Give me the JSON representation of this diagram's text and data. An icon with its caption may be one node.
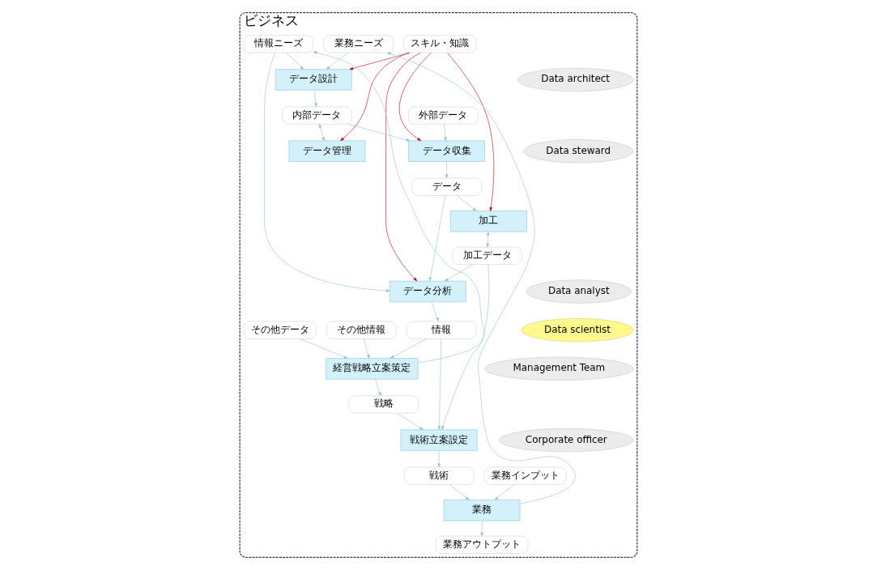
{
  "diagram": {
    "nodes": [
      {
        "text": [
          "ビジネス"
        ]
      },
      {
        "text": [
          "Data scientist"
        ],
        "in": 0
      },
      {
        "text": [
          "Data architect"
        ],
        "in": 0
      },
      {
        "text": [
          "Data steward"
        ],
        "in": 0
      },
      {
        "text": [
          "Data analyst"
        ],
        "in": 0
      },
      {
        "text": [
          "Management Team"
        ],
        "in": 0
      },
      {
        "text": [
          "Corporate officer"
        ],
        "in": 0
      },
      {
        "text": [
          "内部データ"
        ],
        "in": 0
      },
      {
        "text": [
          "外部データ"
        ],
        "in": 0
      },
      {
        "text": [
          "業務ニーズ"
        ],
        "in": 0
      },
      {
        "text": [
          "データ設計"
        ],
        "in": 0
      },
      {
        "text": [
          "データ管理"
        ],
        "in": 0
      },
      {
        "text": [
          "データ収集"
        ],
        "in": 0
      },
      {
        "text": [
          "スキル・知識"
        ],
        "in": 0
      },
      {
        "text": [
          "データ"
        ],
        "in": 0
      },
      {
        "text": [
          "加工"
        ],
        "in": 0
      },
      {
        "text": [
          "情報ニーズ"
        ],
        "in": 0
      },
      {
        "text": [
          "データ分析"
        ],
        "in": 0
      },
      {
        "text": [
          "加工データ"
        ],
        "in": 0
      },
      {
        "text": [
          "情報"
        ],
        "in": 0
      },
      {
        "text": [
          "経営戦略立案策定"
        ],
        "in": 0
      },
      {
        "text": [
          "戦略"
        ],
        "in": 0
      },
      {
        "text": [
          "戦術立案設定"
        ],
        "in": 0
      },
      {
        "text": [
          "その他データ"
        ],
        "in": 0
      },
      {
        "text": [
          "その他情報"
        ],
        "in": 0
      },
      {
        "text": [
          "戦術"
        ],
        "in": 0
      },
      {
        "text": [
          "業務インプット"
        ],
        "in": 0
      },
      {
        "text": [
          "業務"
        ],
        "in": 0
      },
      {
        "text": [
          "業務アウトプット"
        ],
        "in": 0
      }
    ],
    "edges": [
      {
        "from": 9,
        "to": 10,
        "arrow": "to"
      },
      {
        "from": 10,
        "to": 7,
        "arrow": "to"
      },
      {
        "from": 7,
        "to": 11,
        "arrow": "both"
      },
      {
        "from": 7,
        "to": 12,
        "arrow": "to"
      },
      {
        "from": 8,
        "to": 12,
        "arrow": "to"
      },
      {
        "from": 12,
        "to": 14,
        "arrow": "to"
      },
      {
        "from": 14,
        "to": 17,
        "arrow": "to"
      },
      {
        "from": 14,
        "to": 15,
        "arrow": "to"
      },
      {
        "from": 16,
        "to": 10,
        "arrow": "to"
      },
      {
        "from": 16,
        "to": 17,
        "arrow": "to"
      },
      {
        "from": 13,
        "to": 10,
        "arrow": "to",
        "color": "#c00000"
      },
      {
        "from": 13,
        "to": 11,
        "arrow": "to",
        "color": "#c00000"
      },
      {
        "from": 13,
        "to": 12,
        "arrow": "to",
        "color": "#c00000"
      },
      {
        "from": 13,
        "to": 15,
        "arrow": "to",
        "color": "#c00000"
      },
      {
        "from": 13,
        "to": 17,
        "arrow": "to",
        "color": "#c00000"
      },
      {
        "from": 15,
        "to": 18,
        "arrow": "both"
      },
      {
        "from": 18,
        "to": 17,
        "arrow": "to"
      },
      {
        "from": 17,
        "to": 19,
        "arrow": "to"
      },
      {
        "from": 19,
        "to": 20,
        "arrow": "to"
      },
      {
        "from": 19,
        "to": 22,
        "arrow": "to"
      },
      {
        "from": 20,
        "to": 16,
        "arrow": "to"
      },
      {
        "from": 20,
        "to": 21,
        "arrow": "to"
      },
      {
        "from": 21,
        "to": 22,
        "arrow": "to"
      },
      {
        "from": 18,
        "to": 22,
        "arrow": "to"
      },
      {
        "from": 22,
        "to": 25,
        "arrow": "to"
      },
      {
        "from": 23,
        "to": 20,
        "arrow": "to"
      },
      {
        "from": 24,
        "to": 20,
        "arrow": "to"
      },
      {
        "from": 25,
        "to": 27,
        "arrow": "to"
      },
      {
        "from": 26,
        "to": 27,
        "arrow": "to"
      },
      {
        "from": 27,
        "to": 28,
        "arrow": "to"
      },
      {
        "from": 27,
        "to": 9,
        "arrow": "to"
      }
    ]
  }
}
